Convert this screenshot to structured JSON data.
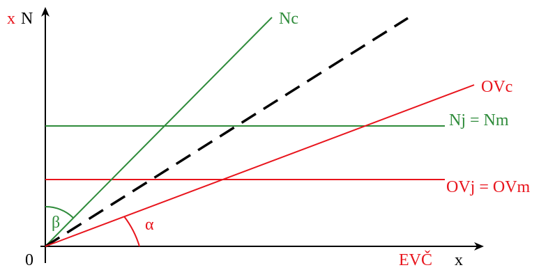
{
  "colors": {
    "axis": "#000000",
    "green": "#2e8b3a",
    "red": "#e8141c",
    "dashed": "#000000"
  },
  "axis_labels": {
    "y_x": "x",
    "y_N": "N",
    "origin": "0",
    "x_EVC": "EVČ",
    "x_x": "x"
  },
  "line_labels": {
    "Nc": "Nc",
    "OVc": "OVc",
    "Nj_Nm": "Nj = Nm",
    "OVj_OVm": "OVj = OVm"
  },
  "angle_labels": {
    "alpha": "α",
    "beta": "β"
  }
}
